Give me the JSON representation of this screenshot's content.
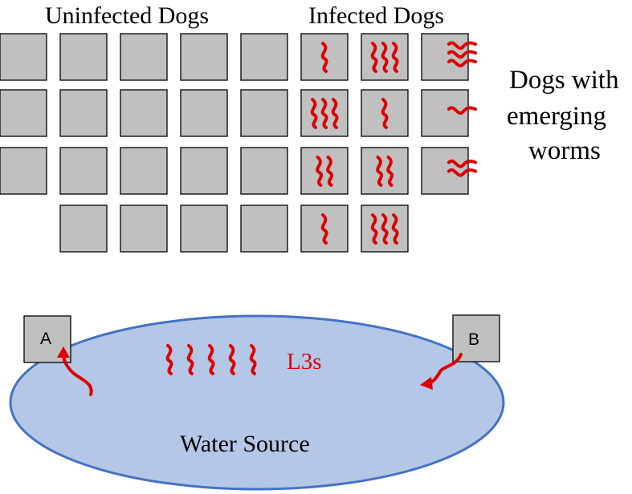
{
  "labels": {
    "uninfected": "Uninfected Dogs",
    "infected": "Infected Dogs",
    "emerging_line1": "Dogs with",
    "emerging_line2": "emerging",
    "emerging_line3": "worms",
    "l3s": "L3s",
    "water": "Water Source",
    "box_a": "A",
    "box_b": "B"
  },
  "grid": {
    "uninfected_per_row": [
      5,
      5,
      5,
      4
    ],
    "infected_worm_counts": [
      [
        1,
        3
      ],
      [
        3,
        1
      ],
      [
        2,
        2
      ],
      [
        1,
        3
      ]
    ],
    "emerging_worm_counts": [
      3,
      1,
      2
    ]
  },
  "larvae_count": 5,
  "colors": {
    "square_fill": "#c0c0c0",
    "square_stroke": "#000000",
    "worm": "#dd0000",
    "water_fill": "#b4c7e7",
    "water_stroke": "#4472c4",
    "label_text": "#000000",
    "l3s_text": "#dd0000"
  }
}
